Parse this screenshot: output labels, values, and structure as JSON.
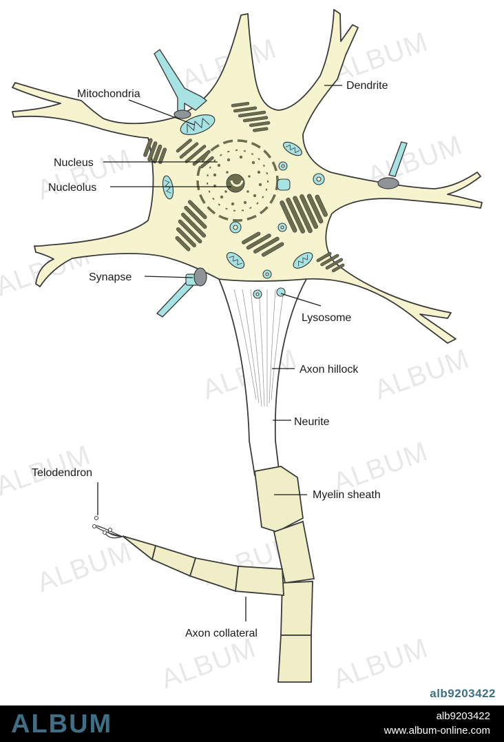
{
  "labels": {
    "mitochondria": "Mitochondria",
    "dendrite": "Dendrite",
    "nucleus": "Nucleus",
    "nucleolus": "Nucleolus",
    "synapse": "Synapse",
    "lysosome": "Lysosome",
    "axon_hillock": "Axon hillock",
    "neurite": "Neurite",
    "myelin_sheath": "Myelin sheath",
    "telodendron": "Telodendron",
    "axon_collateral": "Axon collateral"
  },
  "watermark": {
    "text": "ALBUM",
    "stock_id": "alb9203422"
  },
  "footer": {
    "logo": "ALBUM",
    "stock_id": "alb9203422",
    "url": "www.album-online.com"
  },
  "colors": {
    "cytoplasm": "#f6f4cf",
    "outline": "#3a3a3a",
    "organelle_dark": "#6b6e4e",
    "organelle_cyan": "#a8e3e3",
    "synapse_terminal": "#8f9498",
    "myelin": "#efeec6",
    "brand": "#3f6f86"
  }
}
